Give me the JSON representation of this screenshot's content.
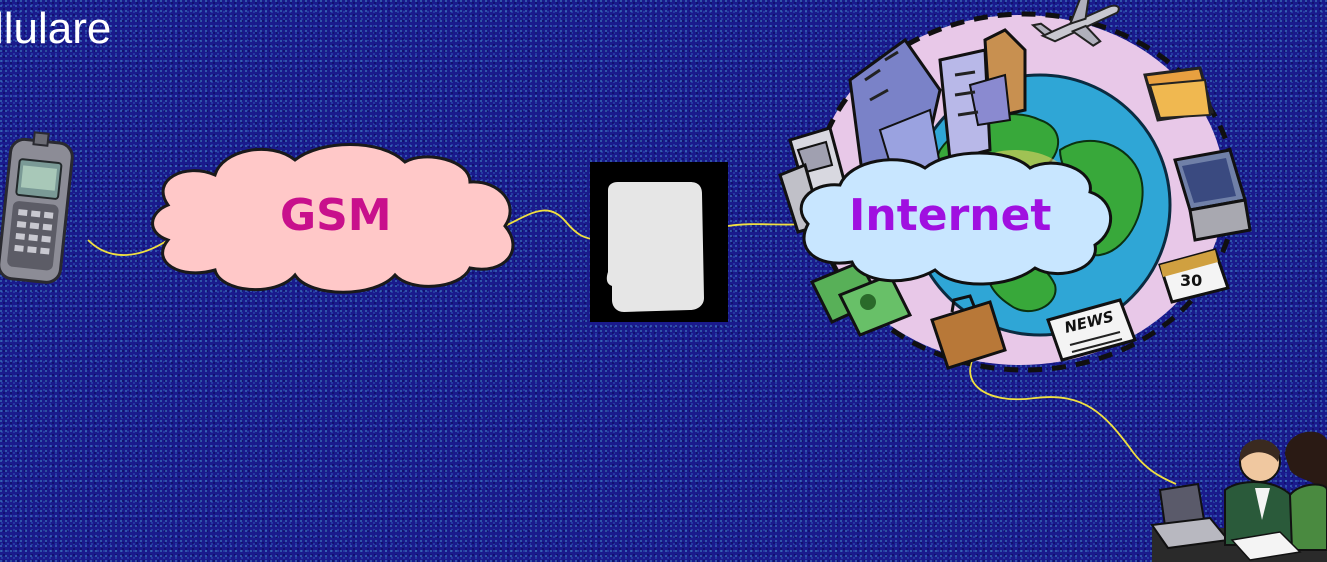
{
  "slide": {
    "title": "llulare"
  },
  "diagram": {
    "networks": [
      {
        "id": "gsm",
        "label": "GSM",
        "fill": "#ffc8c8",
        "text_color": "#c8108c"
      },
      {
        "id": "internet",
        "label": "Internet",
        "fill": "#c8e6ff",
        "text_color": "#a010e0"
      }
    ],
    "news_label": "NEWS",
    "calendar_label": "30",
    "connector_color": "#f0e040",
    "background_color": "#1a1a8c"
  }
}
